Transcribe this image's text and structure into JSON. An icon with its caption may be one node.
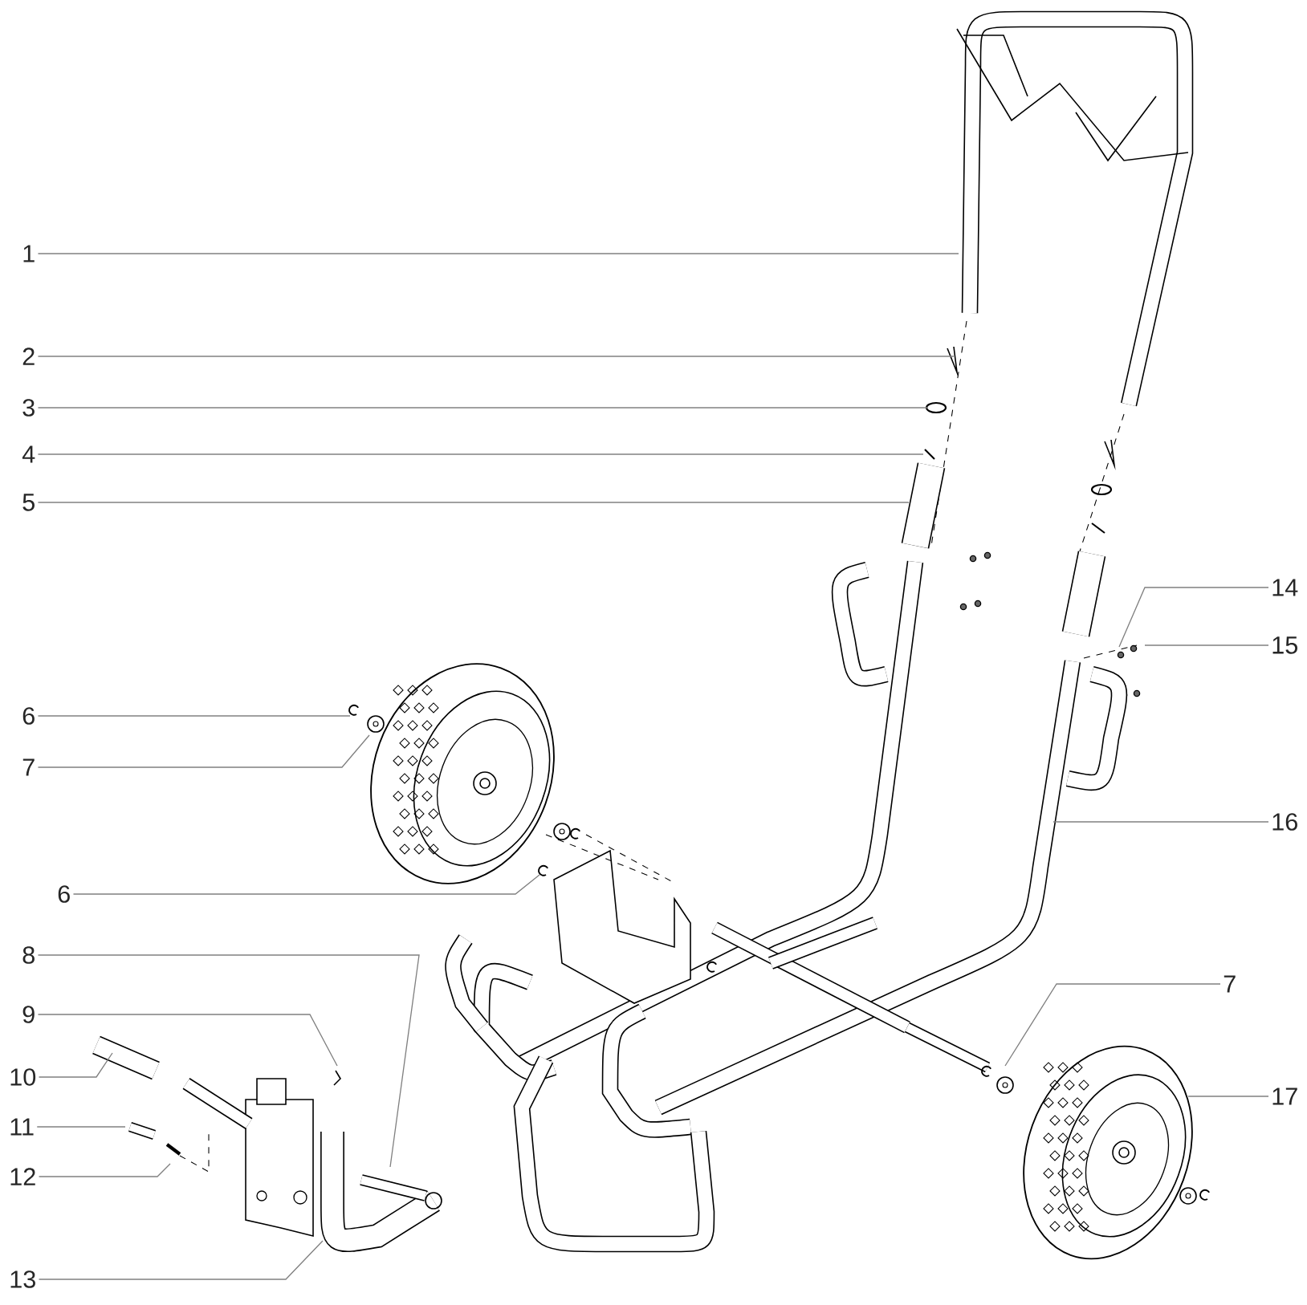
{
  "diagram": {
    "nodes": [
      {
        "text": [
          "1"
        ]
      },
      {
        "text": [
          "2"
        ]
      },
      {
        "text": [
          "3"
        ]
      },
      {
        "text": [
          "4"
        ]
      },
      {
        "text": [
          "5"
        ]
      },
      {
        "text": [
          "6"
        ]
      },
      {
        "text": [
          "7"
        ]
      },
      {
        "text": [
          "6"
        ]
      },
      {
        "text": [
          "8"
        ]
      },
      {
        "text": [
          "9"
        ]
      },
      {
        "text": [
          "10"
        ]
      },
      {
        "text": [
          "11"
        ]
      },
      {
        "text": [
          "12"
        ]
      },
      {
        "text": [
          "13"
        ]
      },
      {
        "text": [
          "14"
        ]
      },
      {
        "text": [
          "15"
        ]
      },
      {
        "text": [
          "16"
        ]
      },
      {
        "text": [
          "7"
        ]
      },
      {
        "text": [
          "17"
        ]
      }
    ],
    "edges": [
      {
        "from": 0,
        "to": null,
        "arrow": "none"
      },
      {
        "from": 1,
        "to": null,
        "arrow": "none"
      },
      {
        "from": 2,
        "to": null,
        "arrow": "none"
      },
      {
        "from": 3,
        "to": null,
        "arrow": "none"
      },
      {
        "from": 4,
        "to": null,
        "arrow": "none"
      },
      {
        "from": 5,
        "to": null,
        "arrow": "none"
      },
      {
        "from": 6,
        "to": null,
        "arrow": "none"
      },
      {
        "from": 7,
        "to": null,
        "arrow": "none"
      },
      {
        "from": 8,
        "to": null,
        "arrow": "none"
      },
      {
        "from": 9,
        "to": null,
        "arrow": "none"
      },
      {
        "from": 10,
        "to": null,
        "arrow": "none"
      },
      {
        "from": 11,
        "to": null,
        "arrow": "none"
      },
      {
        "from": 12,
        "to": null,
        "arrow": "none"
      },
      {
        "from": 13,
        "to": null,
        "arrow": "none"
      },
      {
        "from": 14,
        "to": null,
        "arrow": "none"
      },
      {
        "from": 15,
        "to": null,
        "arrow": "none"
      },
      {
        "from": 16,
        "to": null,
        "arrow": "none"
      },
      {
        "from": 17,
        "to": null,
        "arrow": "none"
      },
      {
        "from": 18,
        "to": null,
        "arrow": "none"
      }
    ]
  }
}
